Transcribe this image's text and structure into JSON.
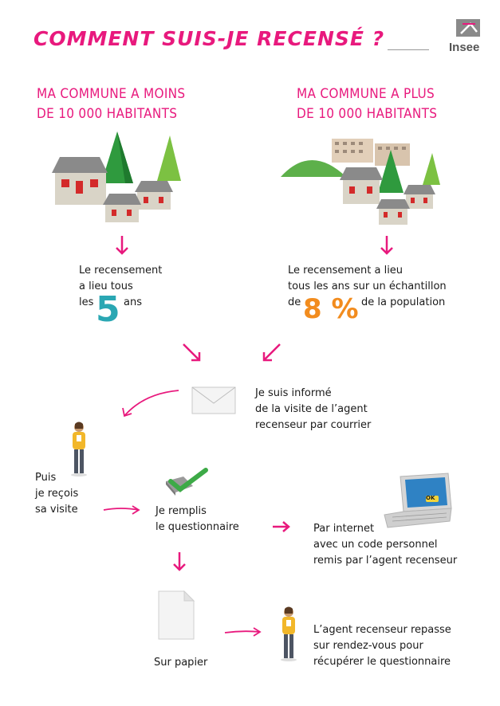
{
  "title": "COMMENT SUIS-JE RECENSÉ ?",
  "logo_text": "Insee",
  "colors": {
    "accent": "#e8197d",
    "teal": "#2aa7b3",
    "orange": "#f28c1e",
    "green": "#3daa47"
  },
  "left": {
    "header_line1": "MA COMMUNE A MOINS",
    "header_line2": "DE 10 000 HABITANTS",
    "text_line1": "Le recensement",
    "text_line2": "a lieu tous",
    "text_pre": "les",
    "big_number": "5",
    "text_post": "ans"
  },
  "right": {
    "header_line1": "MA COMMUNE A PLUS",
    "header_line2": "DE 10 000 HABITANTS",
    "text_line1": "Le recensement a lieu",
    "text_line2": "tous les ans sur un échantillon",
    "text_pre": "de",
    "big_number": "8 %",
    "text_post": "de la population"
  },
  "steps": {
    "courrier_line1": "Je suis informé",
    "courrier_line2": "de la visite de l’agent",
    "courrier_line3": "recenseur par courrier",
    "visite_line1": "Puis",
    "visite_line2": "je reçois",
    "visite_line3": "sa visite",
    "remplis_line1": "Je remplis",
    "remplis_line2": "le questionnaire",
    "internet_line1": "Par internet",
    "internet_line2": "avec un code personnel",
    "internet_line3": "remis par l’agent recenseur",
    "papier": "Sur papier",
    "repasse_line1": "L’agent recenseur repasse",
    "repasse_line2": "sur rendez-vous pour",
    "repasse_line3": "récupérer le questionnaire",
    "ok_label": "OK"
  }
}
